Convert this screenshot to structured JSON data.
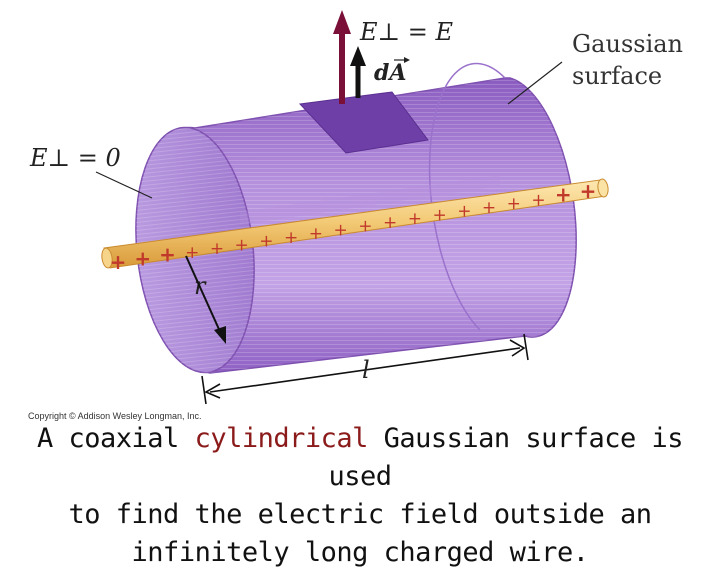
{
  "labels": {
    "e_perp_eq_e": "E⊥ = E",
    "dA": "dA",
    "gaussian_surface_line1": "Gaussian",
    "gaussian_surface_line2": "surface",
    "e_perp_zero": "E⊥ = 0",
    "radius": "r",
    "length": "l",
    "copyright": "Copyright © Addison Wesley Longman, Inc."
  },
  "caption": {
    "part1": "A coaxial ",
    "highlight": "cylindrical",
    "part2": " Gaussian surface is used",
    "line2": "to find the electric field outside an",
    "line3": "infinitely long charged wire."
  },
  "colors": {
    "cylinder": "#a97fcf",
    "cylinder_dark": "#7e50b0",
    "patch": "#6f3fa8",
    "wire": "#f2c873",
    "charge": "#c0392b",
    "arrow_e": "#7a1038",
    "caption_highlight": "#8b1a1a"
  },
  "wire_charges": "+"
}
